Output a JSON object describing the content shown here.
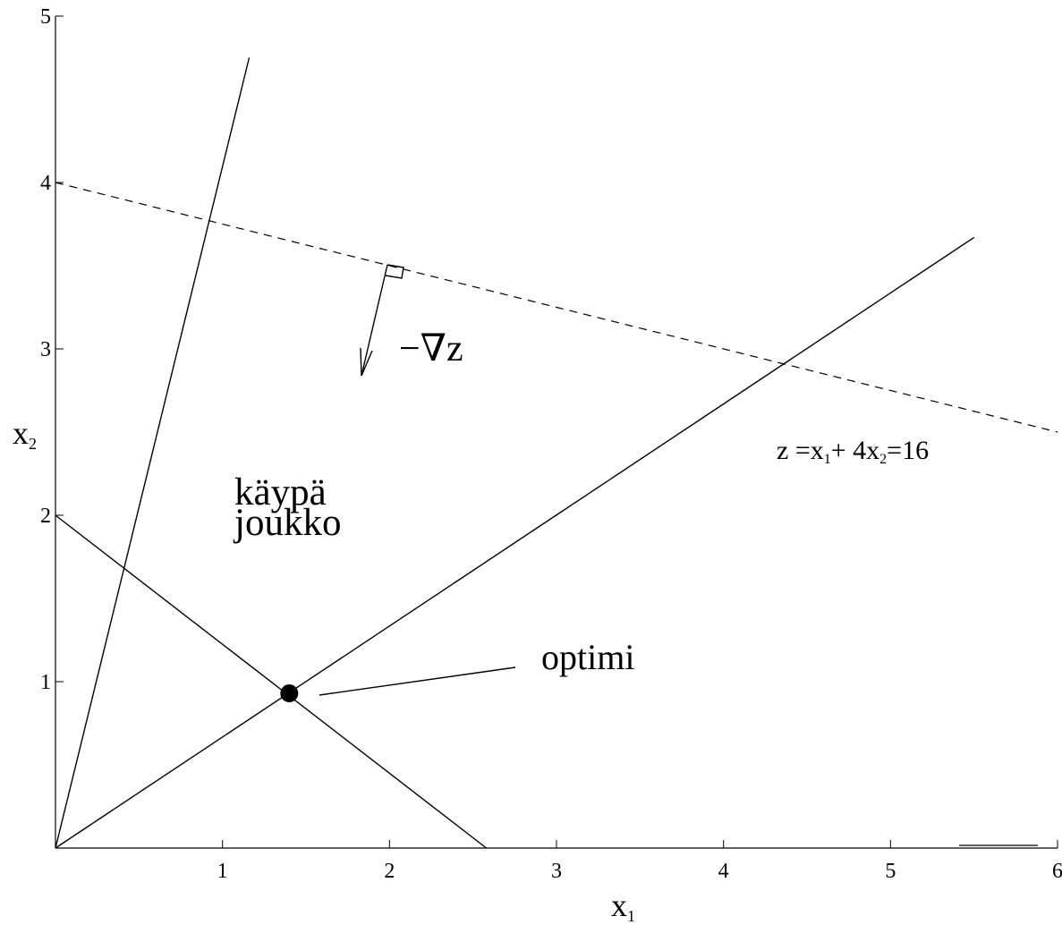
{
  "chart_data": {
    "type": "line",
    "xlabel": "x",
    "xlabel_sub": "1",
    "ylabel": "x",
    "ylabel_sub": "2",
    "xlim": [
      0,
      6
    ],
    "ylim": [
      0,
      5
    ],
    "grid": false,
    "x_ticks": [
      1,
      2,
      3,
      4,
      5,
      6
    ],
    "y_ticks": [
      1,
      2,
      3,
      4,
      5
    ],
    "series": [
      {
        "style": "solid",
        "x": [
          0,
          1.16
        ],
        "y": [
          0,
          4.75
        ]
      },
      {
        "style": "solid",
        "x": [
          0,
          5.5
        ],
        "y": [
          0,
          3.67
        ]
      },
      {
        "style": "solid",
        "x": [
          0,
          2.58
        ],
        "y": [
          2,
          0
        ]
      },
      {
        "style": "dashed",
        "x": [
          0,
          6
        ],
        "y": [
          4,
          2.5
        ]
      }
    ],
    "optimum": {
      "x": 1.4,
      "y": 0.93
    },
    "annotations": {
      "feasible_line1": "käypä",
      "feasible_line2": "joukko",
      "optimum_label": "optimi",
      "gradient_label": "−∇z",
      "objective_label": {
        "pre": "z =x",
        "sub1": "1",
        "mid": "+ 4x",
        "sub2": "2",
        "post": "=16"
      }
    }
  }
}
